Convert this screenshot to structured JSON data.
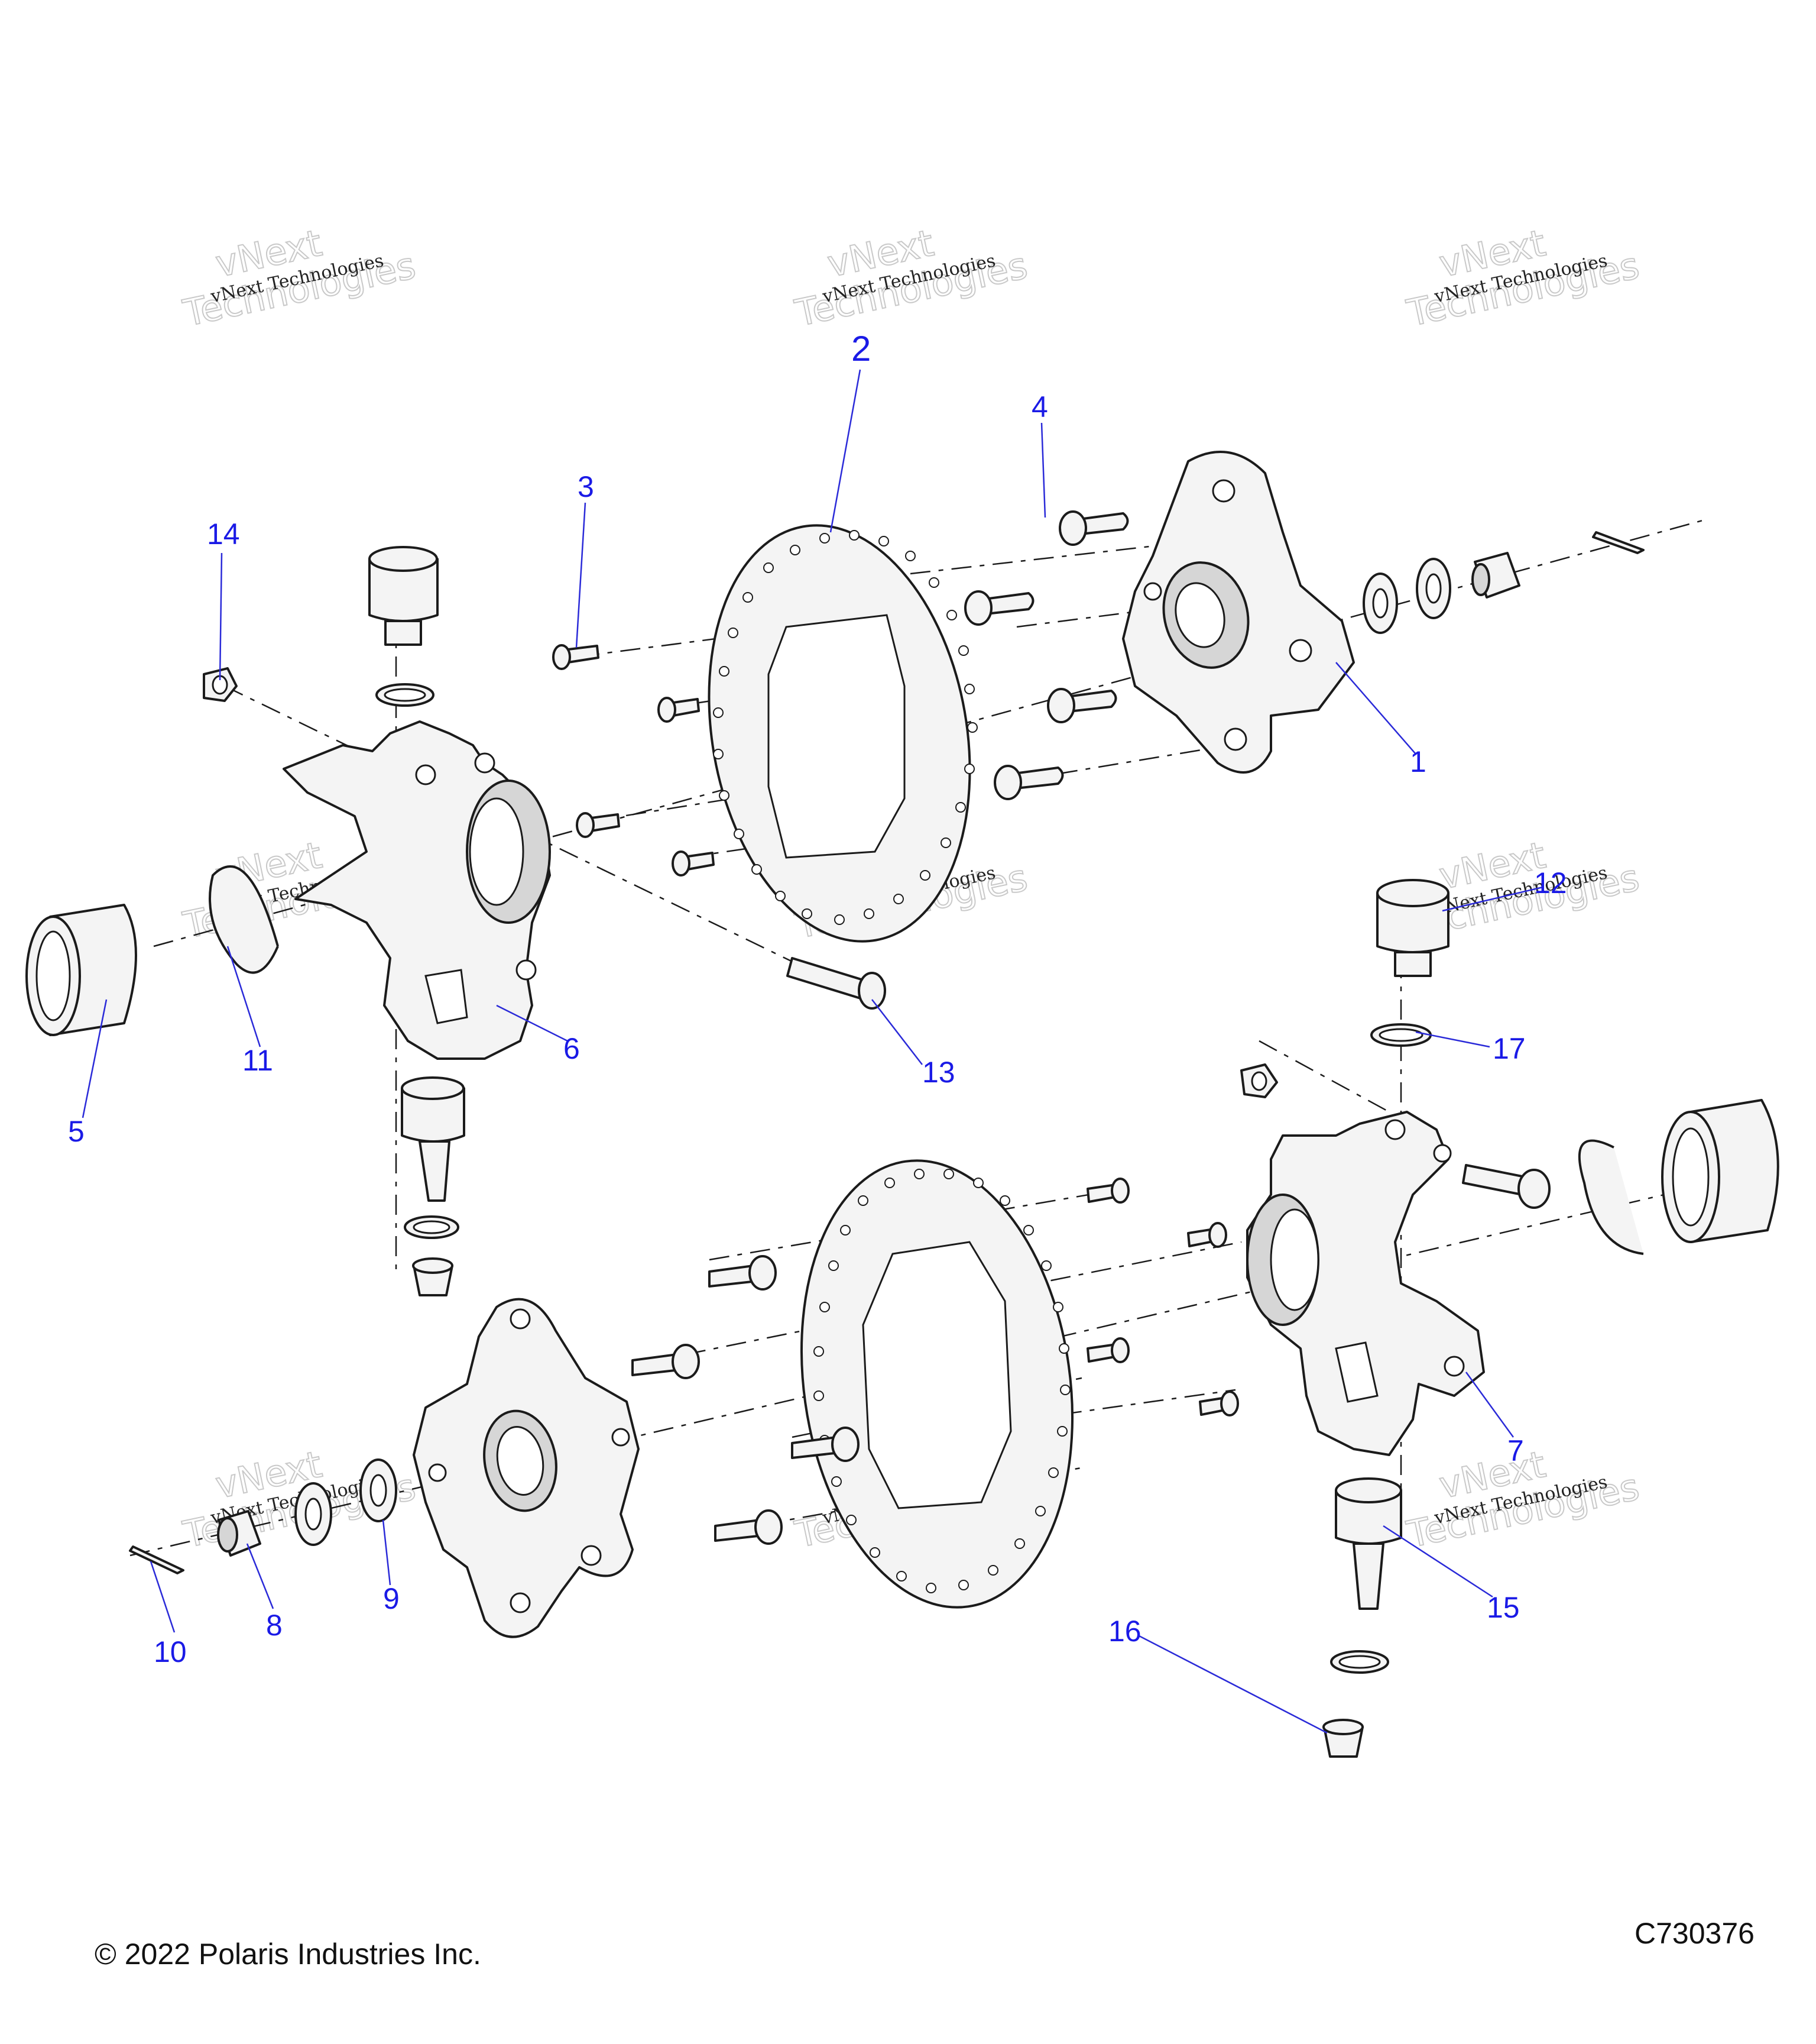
{
  "callouts": [
    "1",
    "2",
    "3",
    "4",
    "5",
    "6",
    "7",
    "8",
    "9",
    "10",
    "11",
    "12",
    "13",
    "14",
    "15",
    "16",
    "17"
  ],
  "watermark": {
    "small": "vNext Technologies",
    "line1": "vNext",
    "line2": "Technologies"
  },
  "footer": {
    "copyright": "© 2022 Polaris Industries Inc.",
    "drawing_id": "C730376"
  },
  "colors": {
    "callout": "#1a1ae6",
    "line": "#1b1b1b"
  }
}
